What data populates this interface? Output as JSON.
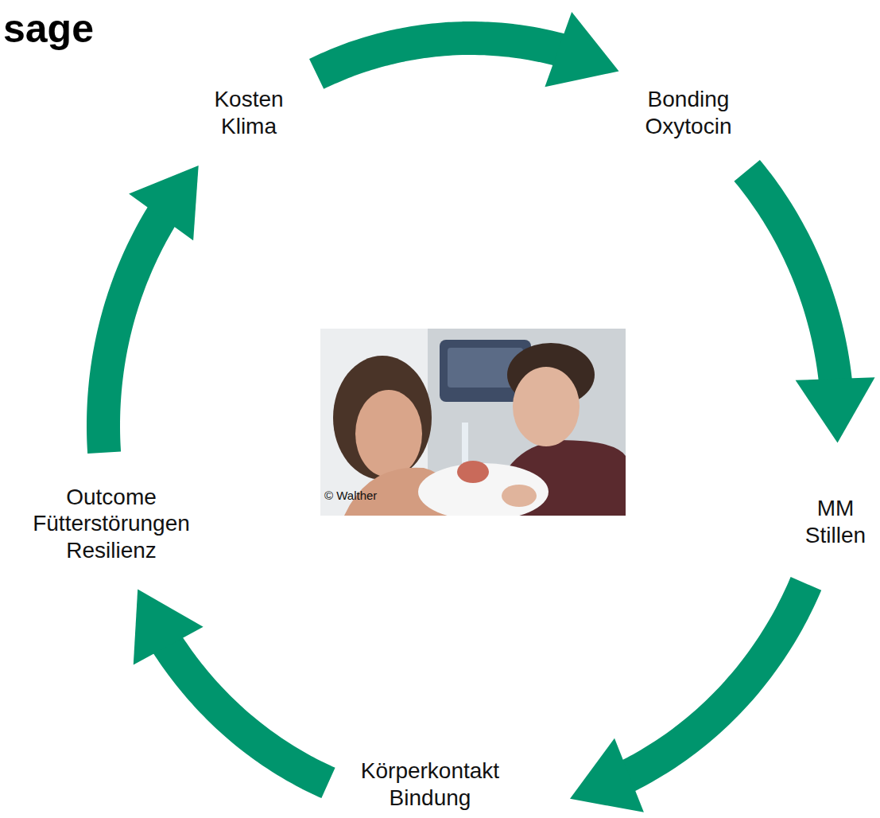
{
  "diagram": {
    "title": "sage",
    "nodes": [
      {
        "text": [
          "Kosten Klima"
        ]
      },
      {
        "text": [
          "Bonding Oxytocin"
        ]
      },
      {
        "text": [
          "MM Stillen"
        ]
      },
      {
        "text": [
          "Körperkontakt Bindung"
        ]
      },
      {
        "text": [
          "Outcome Fütterstörungen Resilienz"
        ]
      }
    ],
    "edges": [
      {
        "from": 0,
        "to": 1,
        "arrow": "to"
      },
      {
        "from": 1,
        "to": 2,
        "arrow": "to"
      },
      {
        "from": 2,
        "to": 3,
        "arrow": "to"
      },
      {
        "from": 3,
        "to": 4,
        "arrow": "to"
      },
      {
        "from": 4,
        "to": 0,
        "arrow": "to"
      }
    ],
    "labels": [
      "© Walther"
    ]
  }
}
